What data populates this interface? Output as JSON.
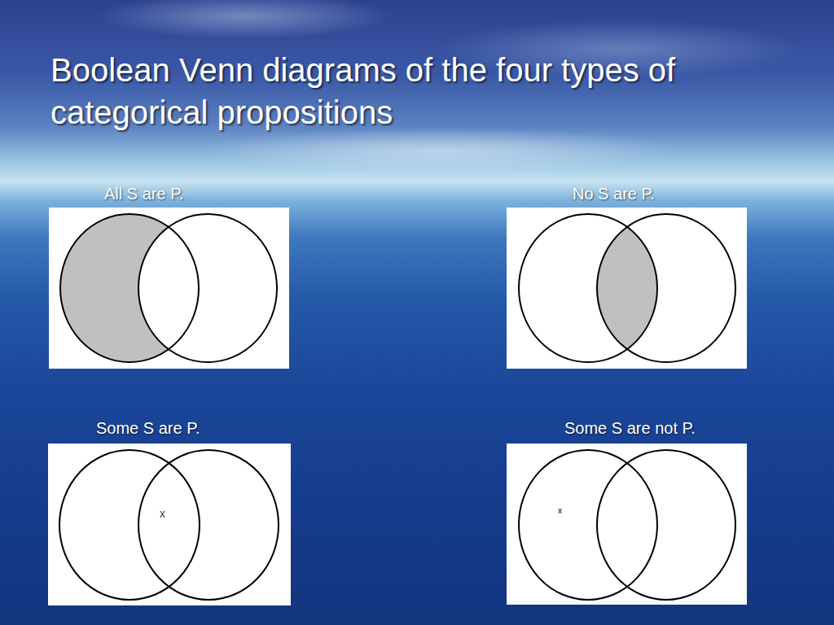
{
  "diagram": {
    "title": "Boolean Venn diagrams of the four types of categorical propositions",
    "nodes": [
      {
        "text": [
          "All S are P."
        ]
      },
      {
        "text": [
          "No S are P."
        ]
      },
      {
        "text": [
          "Some S are P."
        ]
      },
      {
        "text": [
          "Some S are not P."
        ]
      }
    ],
    "labels": [
      "X",
      "x"
    ]
  }
}
